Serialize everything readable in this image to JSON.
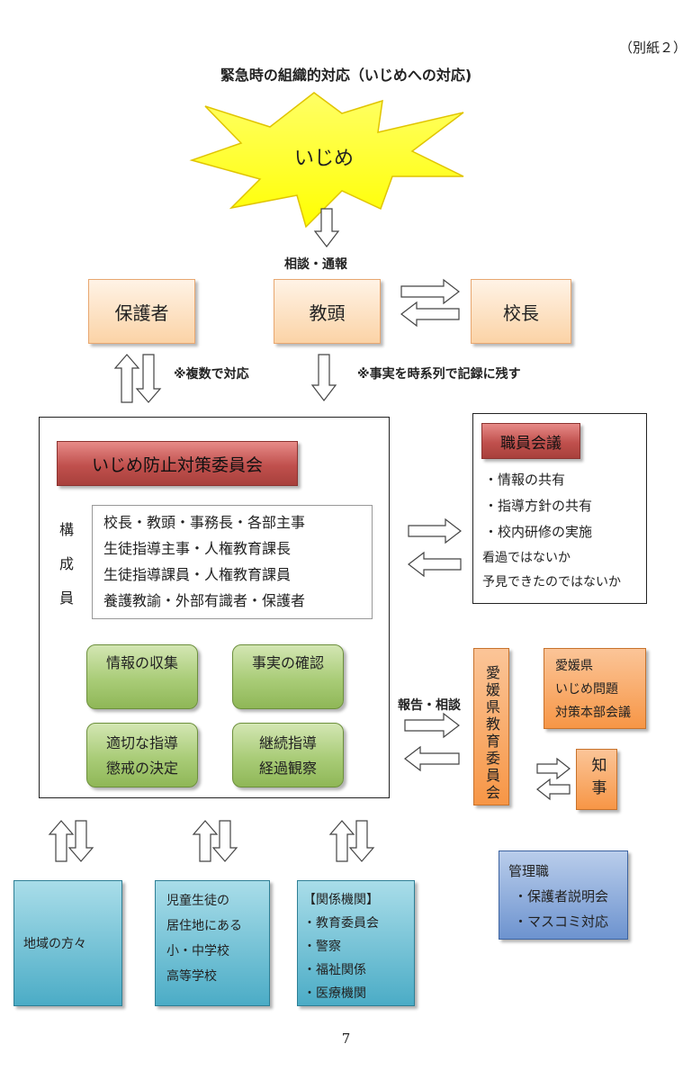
{
  "header": {
    "attachment": "（別紙２）",
    "title": "緊急時の組織的対応（いじめへの対応)"
  },
  "incident": {
    "label": "いじめ"
  },
  "flow": {
    "consult_report": "相談・通報",
    "multiple_response": "※複数で対応",
    "record_note": "※事実を時系列で記録に残す",
    "report_consult": "報告・相談"
  },
  "roles": {
    "guardian": "保護者",
    "vice_principal": "教頭",
    "principal": "校長"
  },
  "committee": {
    "title": "いじめ防止対策委員会",
    "members_label": [
      "構",
      "成",
      "員"
    ],
    "members": [
      "校長・教頭・事務長・各部主事",
      "生徒指導主事・人権教育課長",
      "生徒指導課員・人権教育課員",
      "養護教諭・外部有識者・保護者"
    ],
    "tasks": [
      {
        "lines": [
          "情報の収集"
        ]
      },
      {
        "lines": [
          "事実の確認"
        ]
      },
      {
        "lines": [
          "適切な指導",
          "懲戒の決定"
        ]
      },
      {
        "lines": [
          "継続指導",
          "経過観察"
        ]
      }
    ]
  },
  "staff_meeting": {
    "title": "職員会議",
    "items": [
      "・情報の共有",
      "・指導方針の共有",
      "・校内研修の実施",
      "看過ではないか",
      "予見できたのではないか"
    ]
  },
  "board_of_education": {
    "label": "愛媛県教育委員会"
  },
  "prefecture_hq": {
    "lines": [
      "愛媛県",
      "いじめ問題",
      "対策本部会議"
    ]
  },
  "governor": {
    "label": "知事"
  },
  "management": {
    "title": "管理職",
    "items": [
      "・保護者説明会",
      "・マスコミ対応"
    ]
  },
  "community": {
    "local": "地域の方々",
    "schools": [
      "児童生徒の",
      "居住地にある",
      "小・中学校",
      "高等学校"
    ],
    "agencies_title": "【関係機関】",
    "agencies": [
      "・教育委員会",
      "・警察",
      "・福祉関係",
      "・医療機関"
    ]
  },
  "page_number": "7",
  "colors": {
    "burst": "#ffff00",
    "peach": "#fbd3a6",
    "committee_red": "#c0504d",
    "green": "#9bbb59",
    "orange": "#f79646",
    "teal": "#4bacc6",
    "blue": "#6d93cf"
  }
}
